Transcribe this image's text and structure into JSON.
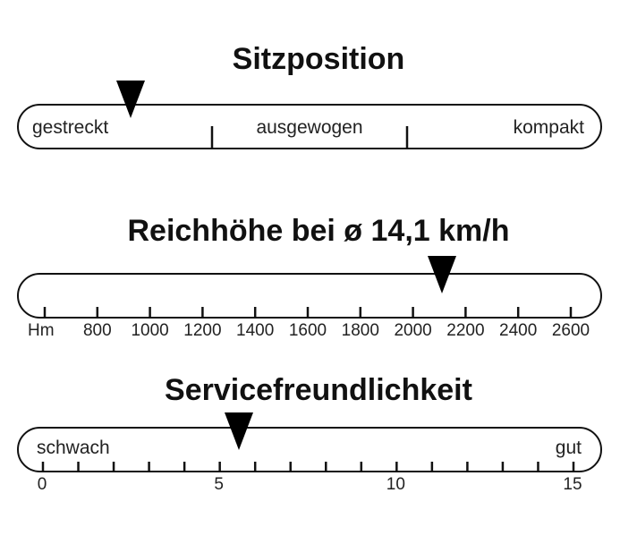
{
  "gauges": [
    {
      "title": "Sitzposition",
      "type": "category-scale",
      "labels": [
        "gestreckt",
        "ausgewogen",
        "kompakt"
      ],
      "marker_fraction": 0.2
    },
    {
      "title": "Reichhöhe bei ø 14,1 km/h",
      "type": "numeric-scale",
      "unit": "Hm",
      "ticks": [
        "800",
        "1000",
        "1200",
        "1400",
        "1600",
        "1800",
        "2000",
        "2200",
        "2400",
        "2600"
      ],
      "marker_value": 2100
    },
    {
      "title": "Servicefreundlichkeit",
      "type": "numeric-scale",
      "low_label": "schwach",
      "high_label": "gut",
      "ticks": [
        "0",
        "5",
        "10",
        "15"
      ],
      "range": [
        0,
        15
      ],
      "marker_value": 5.5
    }
  ]
}
